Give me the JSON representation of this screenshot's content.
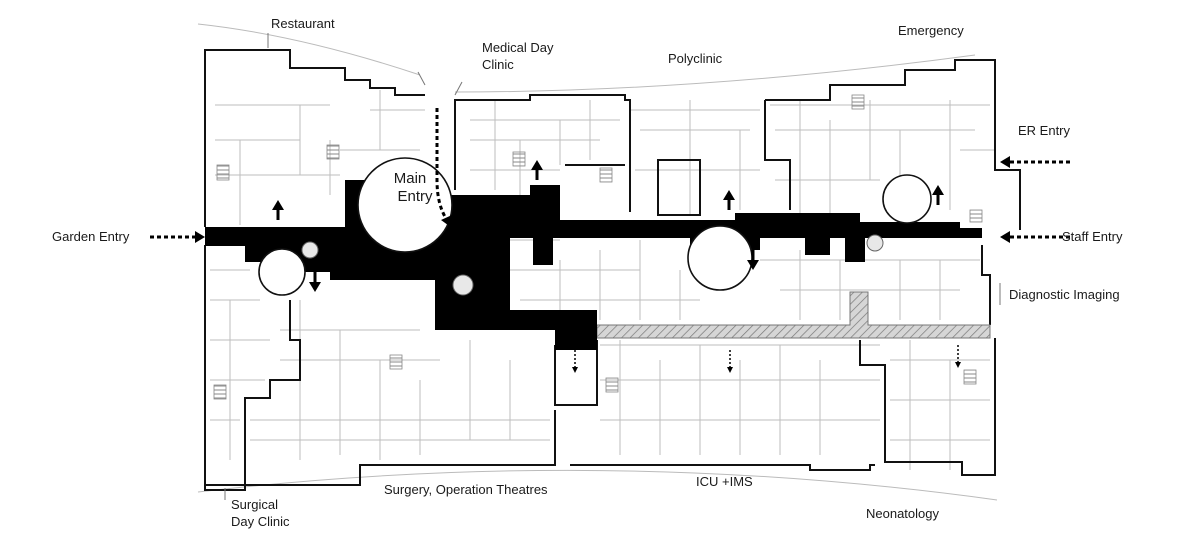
{
  "labels": {
    "restaurant": "Restaurant",
    "medical_day_clinic_1": "Medical Day",
    "medical_day_clinic_2": "Clinic",
    "polyclinic": "Polyclinic",
    "emergency": "Emergency",
    "er_entry": "ER Entry",
    "garden_entry": "Garden Entry",
    "main_entry_1": "Main",
    "main_entry_2": "Entry",
    "staff_entry": "Staff Entry",
    "diagnostic_imaging": "Diagnostic Imaging",
    "surgical_day_clinic_1": "Surgical",
    "surgical_day_clinic_2": "Day Clinic",
    "surgery": "Surgery, Operation Theatres",
    "icu": "ICU +IMS",
    "neonatology": "Neonatology"
  },
  "colors": {
    "corridor": "#000000",
    "wall": "#111111",
    "interior_line": "#b8b8b8",
    "hatched_corridor": "#9a9a9a"
  }
}
